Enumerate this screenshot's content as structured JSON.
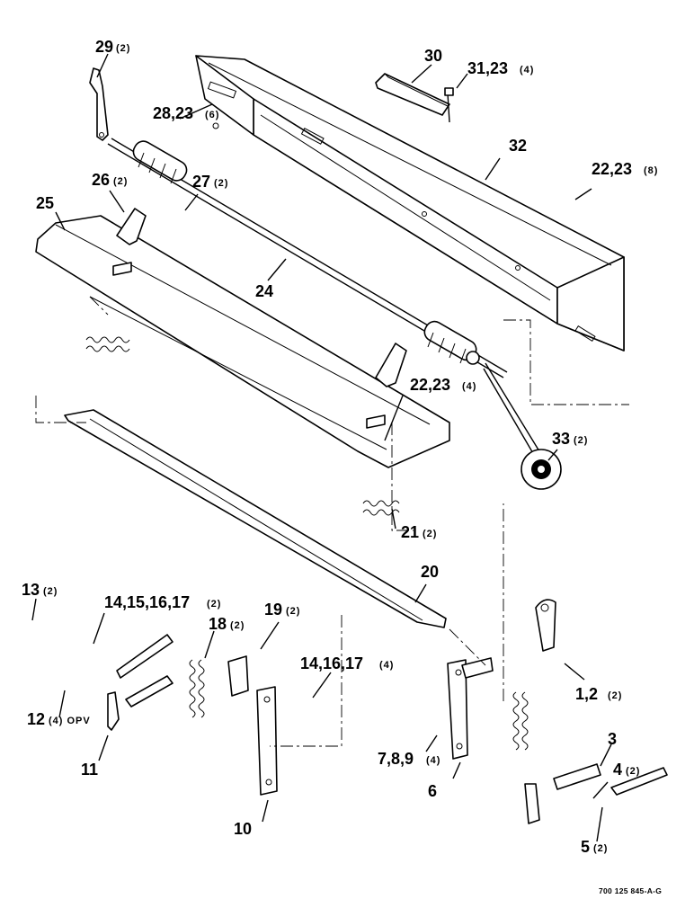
{
  "document_number": "700 125 845-A-G",
  "callouts": [
    {
      "id": "c29",
      "label": "29",
      "qty": "(2)"
    },
    {
      "id": "c30",
      "label": "30",
      "qty": ""
    },
    {
      "id": "c31",
      "label": "31,23",
      "qty": "(4)"
    },
    {
      "id": "c28",
      "label": "28,23",
      "qty": "(6)"
    },
    {
      "id": "c32",
      "label": "32",
      "qty": ""
    },
    {
      "id": "c22a",
      "label": "22,23",
      "qty": "(8)"
    },
    {
      "id": "c26",
      "label": "26",
      "qty": "(2)"
    },
    {
      "id": "c27",
      "label": "27",
      "qty": "(2)"
    },
    {
      "id": "c25",
      "label": "25",
      "qty": ""
    },
    {
      "id": "c24",
      "label": "24",
      "qty": ""
    },
    {
      "id": "c22b",
      "label": "22,23",
      "qty": "(4)"
    },
    {
      "id": "c33",
      "label": "33",
      "qty": "(2)"
    },
    {
      "id": "c21",
      "label": "21",
      "qty": "(2)"
    },
    {
      "id": "c20",
      "label": "20",
      "qty": ""
    },
    {
      "id": "c13",
      "label": "13",
      "qty": "(2)"
    },
    {
      "id": "c14a",
      "label": "14,15,16,17",
      "qty": "(2)"
    },
    {
      "id": "c18",
      "label": "18",
      "qty": "(2)"
    },
    {
      "id": "c19",
      "label": "19",
      "qty": "(2)"
    },
    {
      "id": "c14b",
      "label": "14,16,17",
      "qty": "(4)"
    },
    {
      "id": "c1",
      "label": "1,2",
      "qty": "(2)"
    },
    {
      "id": "c12",
      "label": "12",
      "qty": "(4) OPV"
    },
    {
      "id": "c11",
      "label": "11",
      "qty": ""
    },
    {
      "id": "c7",
      "label": "7,8,9",
      "qty": "(4)"
    },
    {
      "id": "c3",
      "label": "3",
      "qty": ""
    },
    {
      "id": "c4",
      "label": "4",
      "qty": "(2)"
    },
    {
      "id": "c6",
      "label": "6",
      "qty": ""
    },
    {
      "id": "c10",
      "label": "10",
      "qty": ""
    },
    {
      "id": "c5",
      "label": "5",
      "qty": "(2)"
    }
  ]
}
